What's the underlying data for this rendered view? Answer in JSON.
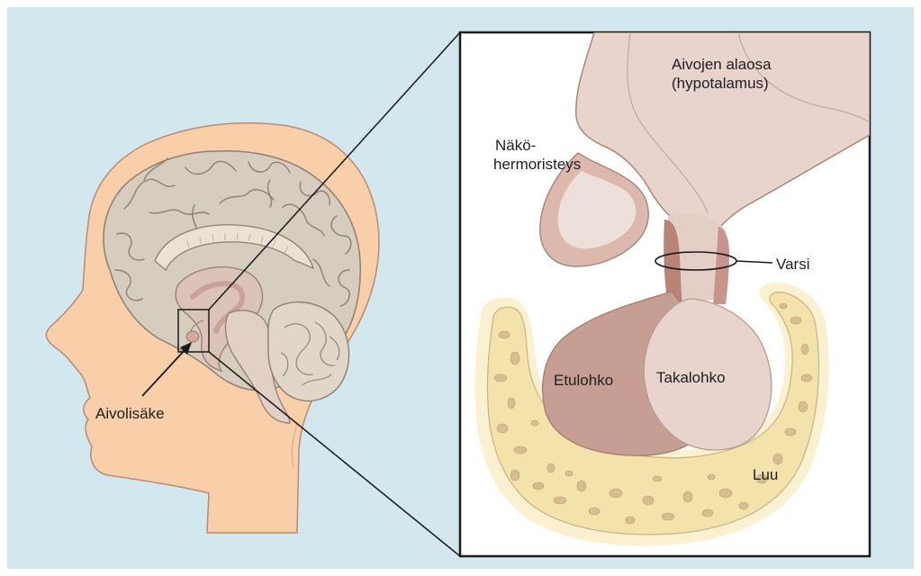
{
  "colors": {
    "background": "#d3e8ee",
    "skin": "#f8cfa9",
    "brain": "#d7cdbf",
    "gland_front": "#c79e93",
    "gland_back": "#e8d4cd",
    "bone": "#f3e2aa"
  },
  "labels": {
    "pituitary": "Aivolisäke",
    "hypothalamus_line1": "Aivojen alaosa",
    "hypothalamus_line2": "(hypotalamus)",
    "chiasm_line1": "Näkö-",
    "chiasm_line2": "hermoristeys",
    "stalk": "Varsi",
    "anterior_lobe": "Etulohko",
    "posterior_lobe": "Takalohko",
    "bone": "Luu"
  }
}
